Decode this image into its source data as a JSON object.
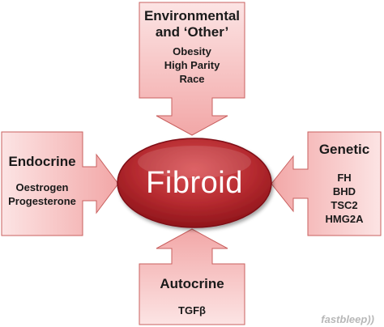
{
  "center": {
    "label": "Fibroid"
  },
  "boxes": {
    "environmental": {
      "title_line1": "Environmental",
      "title_line2": "and ‘Other’",
      "items": [
        "Obesity",
        "High Parity",
        "Race"
      ]
    },
    "endocrine": {
      "title": "Endocrine",
      "items": [
        "Oestrogen",
        "Progesterone"
      ]
    },
    "genetic": {
      "title": "Genetic",
      "items": [
        "FH",
        "BHD",
        "TSC2",
        "HMG2A"
      ]
    },
    "autocrine": {
      "title": "Autocrine",
      "items": [
        "TGFβ"
      ]
    }
  },
  "watermark": "fastbleep))",
  "colors": {
    "box_fill_light": "#fce4e4",
    "box_fill_dark": "#f2a7a7",
    "box_stroke": "#c9605f",
    "ellipse_dark": "#a71d23",
    "ellipse_light": "#d94e52"
  }
}
